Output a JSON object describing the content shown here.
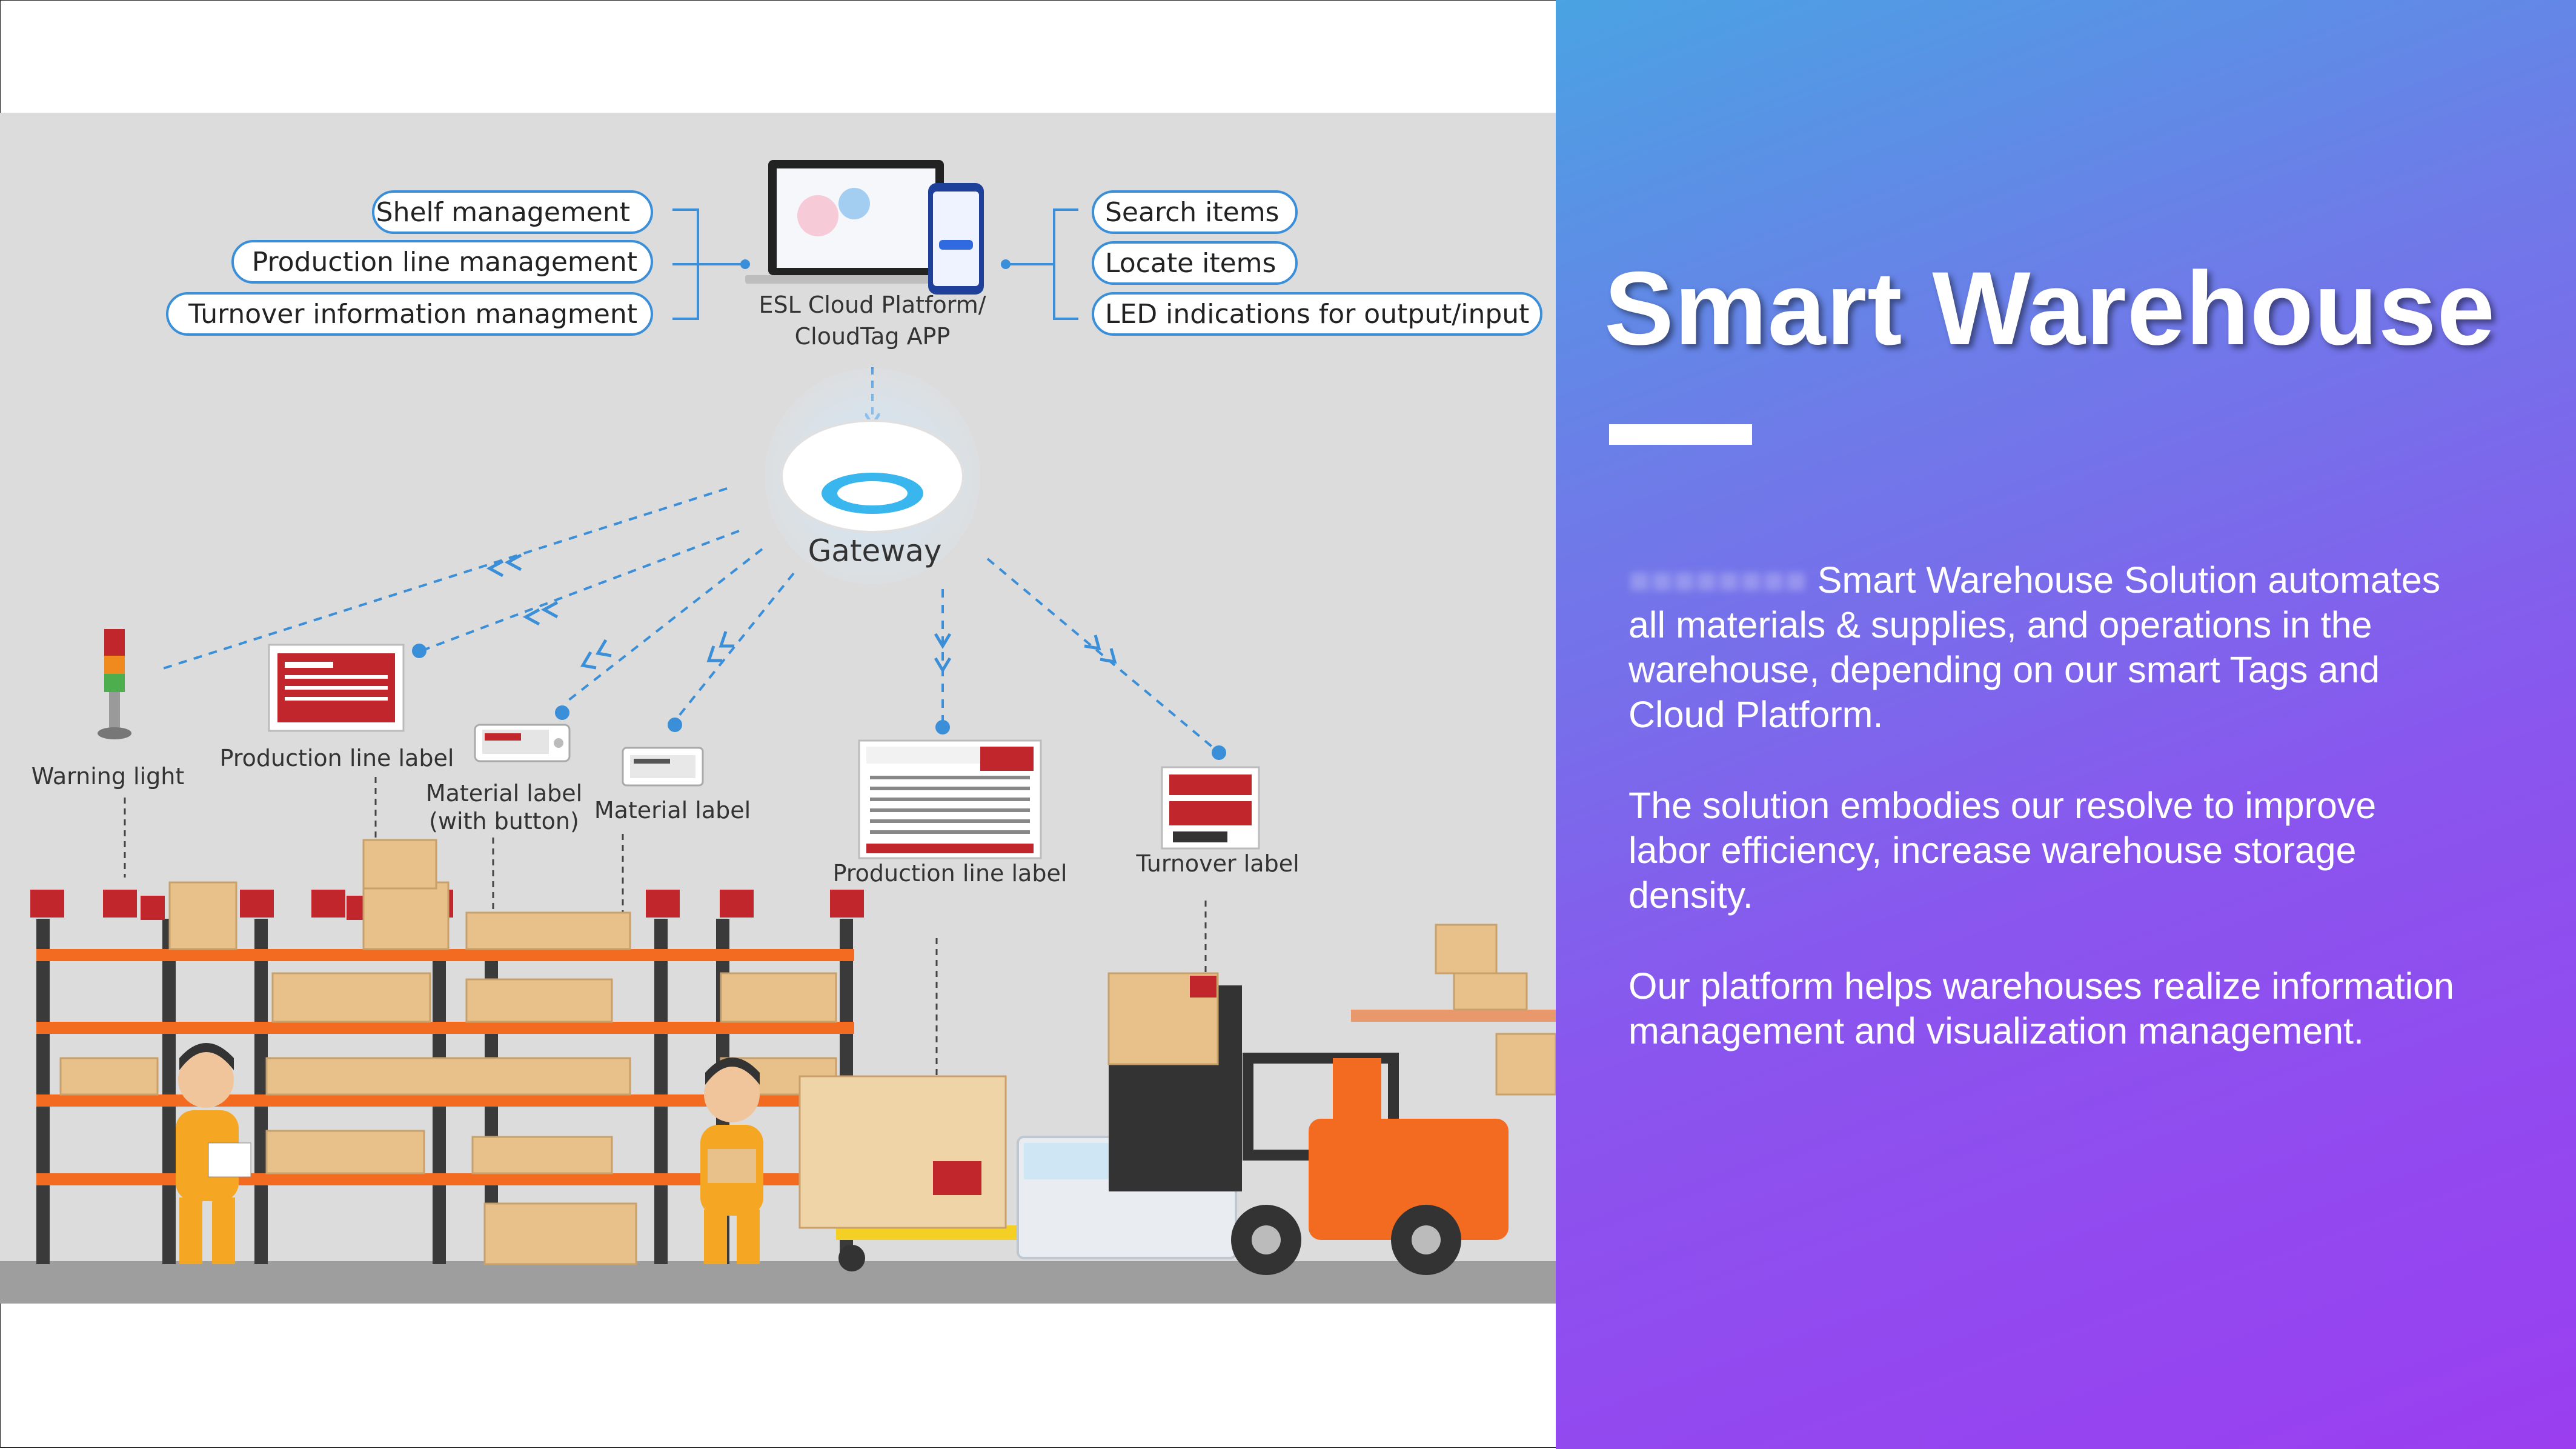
{
  "slide": {
    "title": "Smart Warehouse",
    "paragraphs": {
      "p1": "Smart Warehouse Solution automates all materials & supplies, and operations in the warehouse, depending on our smart Tags and Cloud Platform.",
      "p2": "The solution embodies our resolve to improve labor efficiency, increase warehouse storage density.",
      "p3": "Our platform helps warehouses realize information management and visualization management."
    }
  },
  "diagram": {
    "left_features": [
      "Shelf management",
      "Production line management",
      "Turnover information managment"
    ],
    "right_features": [
      "Search items",
      "Locate items",
      "LED indications for output/input"
    ],
    "platform": {
      "line1": "ESL Cloud Platform/",
      "line2": "CloudTag APP"
    },
    "gateway": "Gateway",
    "labels": {
      "warning_light": "Warning light",
      "production_line_label_a": "Production line label",
      "material_label_button_1": "Material label",
      "material_label_button_2": "(with button)",
      "material_label": "Material label",
      "production_line_label_b": "Production line label",
      "turnover_label": "Turnover label"
    }
  },
  "colors": {
    "accent_blue": "#3a8fd8",
    "tag_red": "#c0262c",
    "shelf_orange": "#f26b21",
    "worker_orange": "#f5a623",
    "box_tan": "#e8c08a",
    "panel_top": "#4aa3e3",
    "panel_bottom": "#9a3ef0"
  }
}
